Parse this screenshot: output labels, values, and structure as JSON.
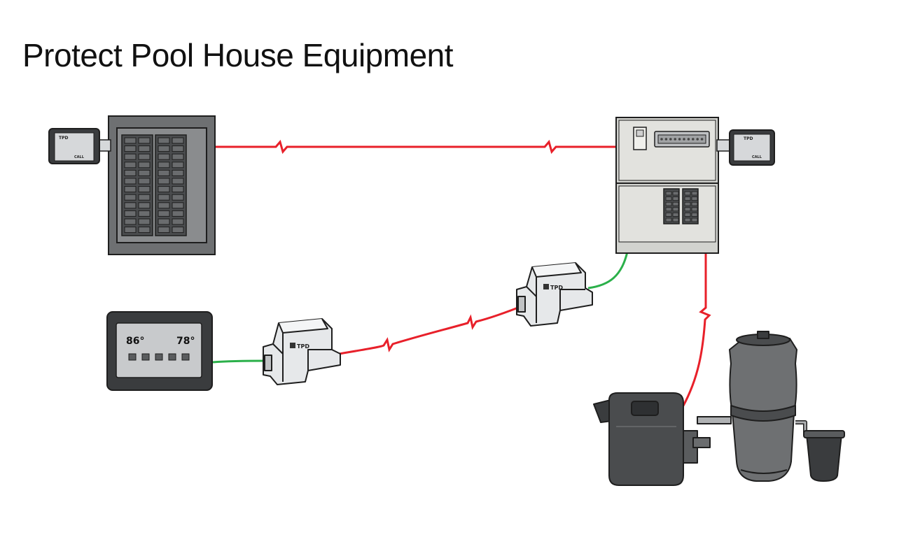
{
  "title": "Protect Pool House Equipment",
  "device_label": "TPD",
  "call_label": "CALL",
  "thermostat": {
    "left_temp": "86°",
    "right_temp": "78°"
  },
  "colors": {
    "power_line": "#e8202a",
    "data_line": "#2bb04a",
    "outline": "#1e1e1e"
  }
}
